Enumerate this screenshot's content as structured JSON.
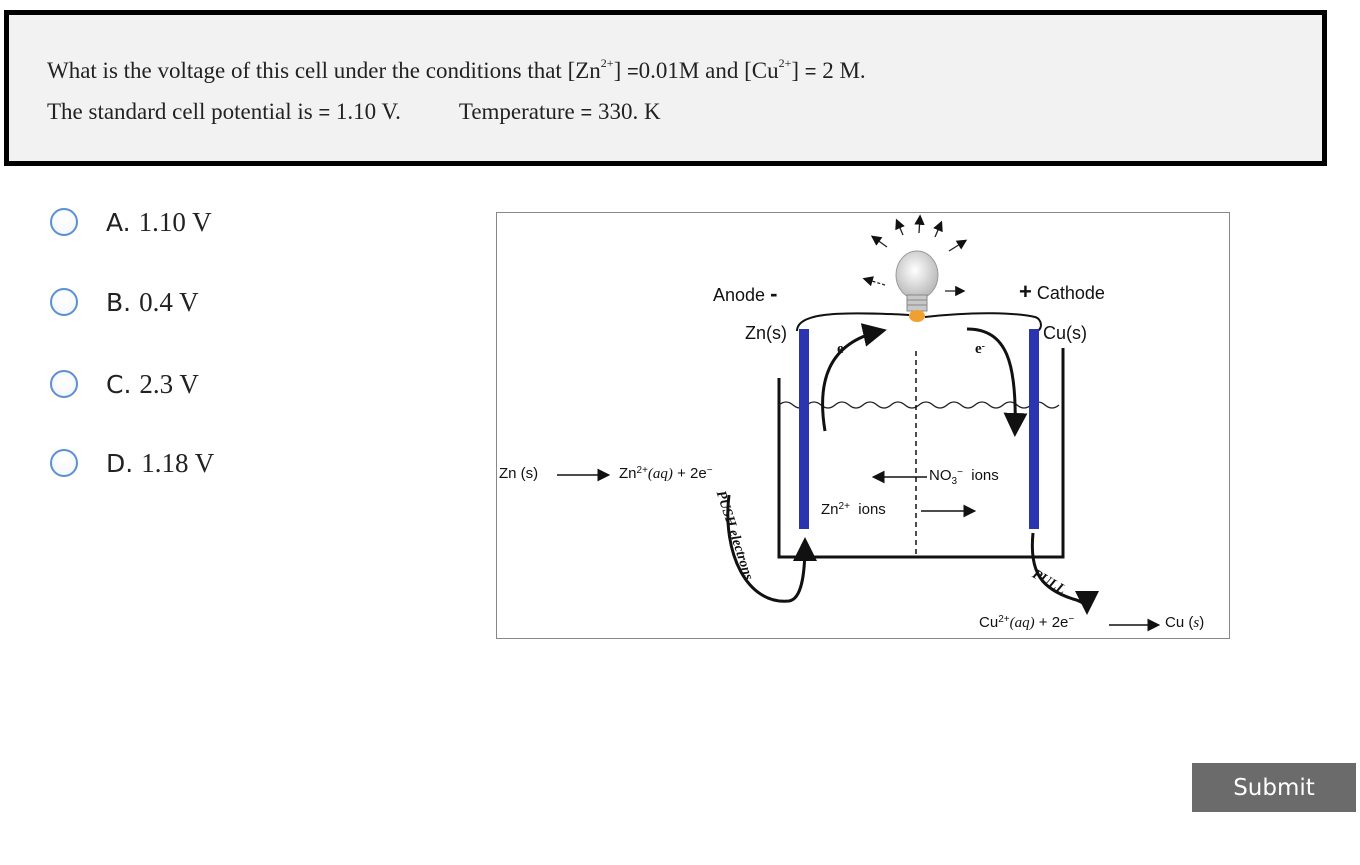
{
  "question": {
    "line1_a": "What is the voltage of this cell under the conditions that [Zn",
    "line1_sup1": "2+",
    "line1_b": "]",
    "line1_eq1": "=",
    "line1_c": "0.01M and [Cu",
    "line1_sup2": "2+",
    "line1_d": "]",
    "line1_eq2": "=",
    "line1_e": "2 M.",
    "line2_a": "The standard cell potential is",
    "line2_eq1": "=",
    "line2_b": "1.10 V.",
    "line2_c": "Temperature",
    "line2_eq2": "=",
    "line2_d": "330. K"
  },
  "options": [
    {
      "letter": "A.",
      "text": "1.10 V"
    },
    {
      "letter": "B.",
      "text": "0.4 V"
    },
    {
      "letter": "C.",
      "text": "2.3 V"
    },
    {
      "letter": "D.",
      "text": "1.18 V"
    }
  ],
  "figure": {
    "anode": "Anode",
    "anode_sign": "-",
    "cathode_sign": "+",
    "cathode": "Cathode",
    "zn_electrode": "Zn(s)",
    "cu_electrode": "Cu(s)",
    "electron": "e",
    "electron_sup": "-",
    "anode_eq_left": "Zn (s)",
    "anode_eq_right_a": "Zn",
    "anode_eq_right_sup": "2+",
    "anode_eq_right_b": "(aq)",
    "anode_eq_right_c": "+ 2e",
    "anode_eq_right_sup2": "−",
    "nitrate": "NO",
    "nitrate_sub": "3",
    "nitrate_sup": "−",
    "nitrate_ions": "ions",
    "zinc_ions_a": "Zn",
    "zinc_ions_sup": "2+",
    "zinc_ions_b": "ions",
    "push_label": "PUSH electrons",
    "pull_label": "PULL",
    "cathode_eq_left_a": "Cu",
    "cathode_eq_left_sup": "2+",
    "cathode_eq_left_b": "(aq)",
    "cathode_eq_left_c": "+ 2e",
    "cathode_eq_left_sup2": "−",
    "cathode_eq_right_a": "Cu (",
    "cathode_eq_right_b": "s",
    "cathode_eq_right_c": ")"
  },
  "submit": {
    "label": "Submit"
  },
  "colors": {
    "electrode": "#2b35b0",
    "radio_border": "#5b8fd6",
    "submit_bg": "#6b6b6b"
  }
}
